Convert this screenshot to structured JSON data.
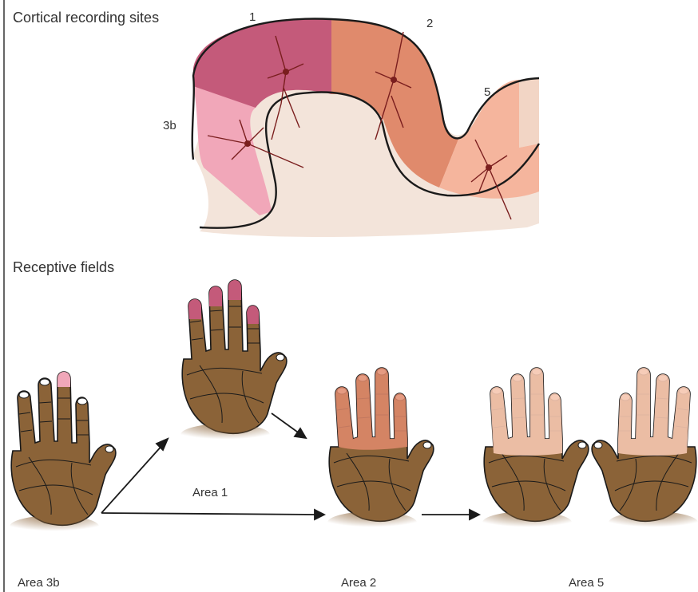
{
  "cortex": {
    "title": "Cortical recording sites",
    "area_labels": {
      "a3b": "3b",
      "a1": "1",
      "a2": "2",
      "a5": "5"
    }
  },
  "fields": {
    "title": "Receptive fields",
    "captions": {
      "a3b": "Area 3b",
      "a1": "Area 1",
      "a2": "Area 2",
      "a5": "Area 5"
    }
  },
  "colors": {
    "area3b": "#f1a7b9",
    "area1": "#c45a7a",
    "area2": "#e08a6c",
    "area5": "#f5b59d",
    "tissue": "#f3e4da",
    "skin": "#8b6338",
    "neuron": "#7a1e1e",
    "line": "#1a1a1a"
  }
}
